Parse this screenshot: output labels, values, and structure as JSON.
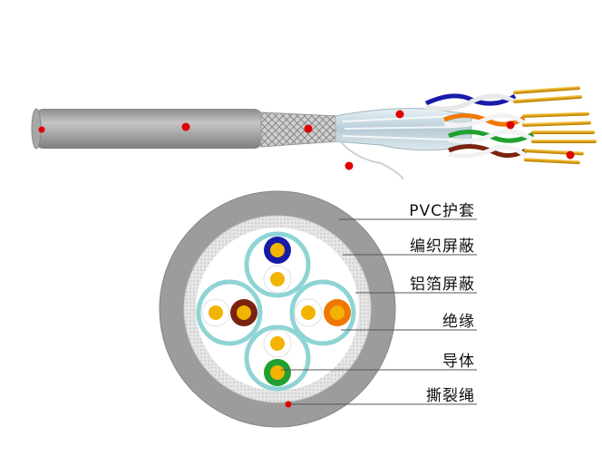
{
  "labels": {
    "pvc_jacket": "PVC护套",
    "braid_shield": "编织屏蔽",
    "foil_shield": "铝箔屏蔽",
    "insulation": "绝缘",
    "conductor": "导体",
    "ripcord": "撕裂绳"
  },
  "colors": {
    "jacket": "#9c9c9c",
    "shield_braid": "#d8d8d8",
    "foil_ring": "#8fd4d4",
    "conductor": "#f2b400",
    "blue": "#1a1aa8",
    "brown": "#7a2410",
    "orange": "#f07800",
    "green": "#20a030",
    "marker": "#e00000"
  }
}
